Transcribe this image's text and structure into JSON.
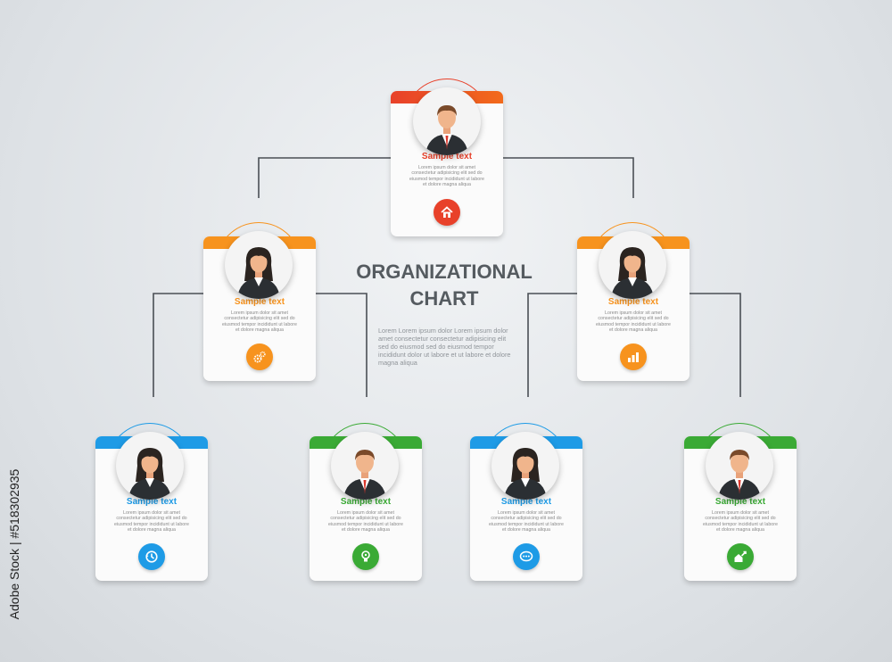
{
  "heading": {
    "line1": "ORGANIZATIONAL",
    "line2": "CHART"
  },
  "body_text": "Lorem Lorem ipsum dolor Lorem ipsum dolor amet consectetur consectetur adipisicing elit sed do eiusmod sed do eiusmod tempor incididunt dolor ut labore et ut labore et dolore magna aliqua",
  "watermark": "Adobe Stock",
  "stock_id": "Adobe Stock | #518302935",
  "colors": {
    "red": "#e8412a",
    "orange": "#f7931e",
    "blue": "#1e9be6",
    "green": "#3aaa35",
    "line": "#4a4f55"
  },
  "nodes": [
    {
      "id": "ceo",
      "person": "male",
      "color": "#e8412a",
      "color2": "#f26a1b",
      "title": "Sample text",
      "desc": "Lorem ipsum dolor sit amet consectetur adipisicing elit sed do eiusmod tempor incididunt ut labore et dolore magna aliqua",
      "icon": "home-icon"
    },
    {
      "id": "left-mgr",
      "person": "female",
      "color": "#f7931e",
      "color2": "#f7931e",
      "title": "Sample text",
      "desc": "Lorem ipsum dolor sit amet consectetur adipisicing elit sed do eiusmod tempor incididunt ut labore et dolore magna aliqua",
      "icon": "gears-icon"
    },
    {
      "id": "right-mgr",
      "person": "female",
      "color": "#f7931e",
      "color2": "#f7931e",
      "title": "Sample text",
      "desc": "Lorem ipsum dolor sit amet consectetur adipisicing elit sed do eiusmod tempor incididunt ut labore et dolore magna aliqua",
      "icon": "bar-chart-icon"
    },
    {
      "id": "emp-1",
      "person": "female",
      "color": "#1e9be6",
      "color2": "#1e9be6",
      "title": "Sample text",
      "desc": "Lorem ipsum dolor sit amet consectetur adipisicing elit sed do eiusmod tempor incididunt ut labore et dolore magna aliqua",
      "icon": "clock-icon"
    },
    {
      "id": "emp-2",
      "person": "male",
      "color": "#3aaa35",
      "color2": "#3aaa35",
      "title": "Sample text",
      "desc": "Lorem ipsum dolor sit amet consectetur adipisicing elit sed do eiusmod tempor incididunt ut labore et dolore magna aliqua",
      "icon": "lightbulb-icon"
    },
    {
      "id": "emp-3",
      "person": "female",
      "color": "#1e9be6",
      "color2": "#1e9be6",
      "title": "Sample text",
      "desc": "Lorem ipsum dolor sit amet consectetur adipisicing elit sed do eiusmod tempor incididunt ut labore et dolore magna aliqua",
      "icon": "chat-icon"
    },
    {
      "id": "emp-4",
      "person": "male",
      "color": "#3aaa35",
      "color2": "#3aaa35",
      "title": "Sample text",
      "desc": "Lorem ipsum dolor sit amet consectetur adipisicing elit sed do eiusmod tempor incididunt ut labore et dolore magna aliqua",
      "icon": "home-growth-icon"
    }
  ]
}
